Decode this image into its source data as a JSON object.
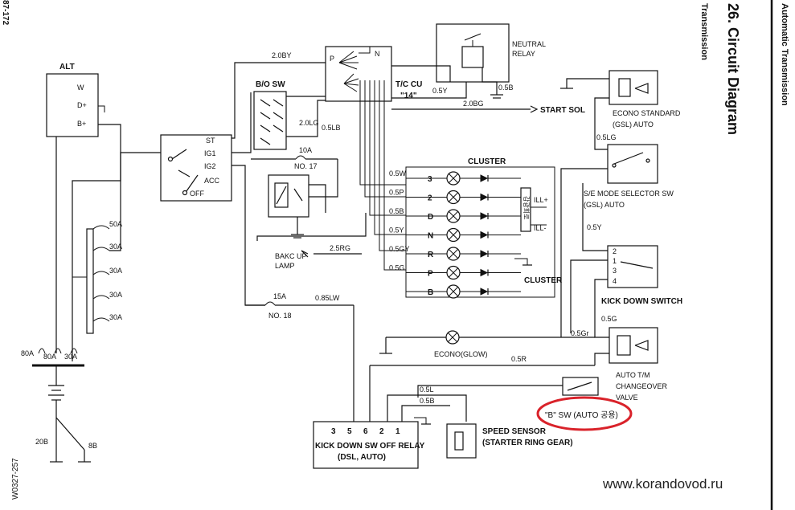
{
  "header": {
    "section": "Automatic Transmission",
    "title": "26. Circuit Diagram",
    "subtitle": "Transmission"
  },
  "page_ref": "W0327-257",
  "corner_ref": "87-172",
  "watermark": "www.korandovod.ru",
  "components": {
    "alt": {
      "title": "ALT",
      "w": "W",
      "d": "D+",
      "b": "B+"
    },
    "bo_sw": "B/O SW",
    "ignition": {
      "st": "ST",
      "ig1": "IG1",
      "ig2": "IG2",
      "acc": "ACC",
      "off": "OFF"
    },
    "fuse_10a": "10A",
    "fuse_no17": "NO. 17",
    "fuse_15a": "15A",
    "fuse_no18": "NO. 18",
    "fuses_main": [
      "50A",
      "30A",
      "30A",
      "30A",
      "30A"
    ],
    "fuses_battery": [
      "80A",
      "80A",
      "30A"
    ],
    "tc_cu": {
      "p": "P",
      "n": "N",
      "label": "T/C CU",
      "num": "\"14\""
    },
    "neutral_relay": {
      "line1": "NEUTRAL",
      "line2": "RELAY"
    },
    "start_sol": "START SOL",
    "econo_standard": {
      "line1": "ECONO STANDARD",
      "line2": "(GSL) AUTO"
    },
    "se_mode": {
      "line1": "S/E MODE SELECTOR SW",
      "line2": "(GSL) AUTO"
    },
    "kick_down_switch": {
      "title": "KICK DOWN SWITCH",
      "pins": [
        "2",
        "1",
        "3",
        "4"
      ]
    },
    "auto_tm": {
      "line1": "AUTO T/M",
      "line2": "CHANGEOVER",
      "line3": "VALVE"
    },
    "b_sw": "\"B\" SW (AUTO 공용)",
    "cluster_top": "CLUSTER",
    "cluster_bottom": "CLUSTER",
    "cluster_rows": [
      "3",
      "2",
      "D",
      "N",
      "R",
      "P",
      "B"
    ],
    "ill_plus": "ILL+",
    "ill_minus": "ILL-",
    "dimmer": "감광회로",
    "backup_lamp": {
      "line1": "BAKC UP",
      "line2": "LAMP"
    },
    "econo_glow": "ECONO(GLOW)",
    "kd_relay": {
      "pins": [
        "3",
        "5",
        "6",
        "2",
        "1"
      ],
      "line1": "KICK DOWN SW OFF RELAY",
      "line2": "(DSL, AUTO)"
    },
    "speed_sensor": {
      "line1": "SPEED SENSOR",
      "line2": "(STARTER RING GEAR)"
    }
  },
  "wires": {
    "w20by": "2.0BY",
    "w20lg": "2.0LG",
    "w05lb": "0.5LB",
    "w05y_top": "0.5Y",
    "w05b_top": "0.5B",
    "w20bg": "2.0BG",
    "w05lg": "0.5LG",
    "w05y_right": "0.5Y",
    "c_3": "0.5W",
    "c_2": "0.5P",
    "c_d": "0.5B",
    "c_n": "0.5Y",
    "c_r": "0.5GY",
    "c_p": "0.5G",
    "w25rg": "2.5RG",
    "w085lw": "0.85LW",
    "w05gr": "0.5Gr",
    "w05g_right": "0.5G",
    "w05r": "0.5R",
    "w05l": "0.5L",
    "w05b_bot": "0.5B",
    "w20b": "20B",
    "w8b": "8B"
  },
  "colors": {
    "ink": "#111111",
    "highlight": "#d9222a",
    "paper": "#ffffff"
  }
}
